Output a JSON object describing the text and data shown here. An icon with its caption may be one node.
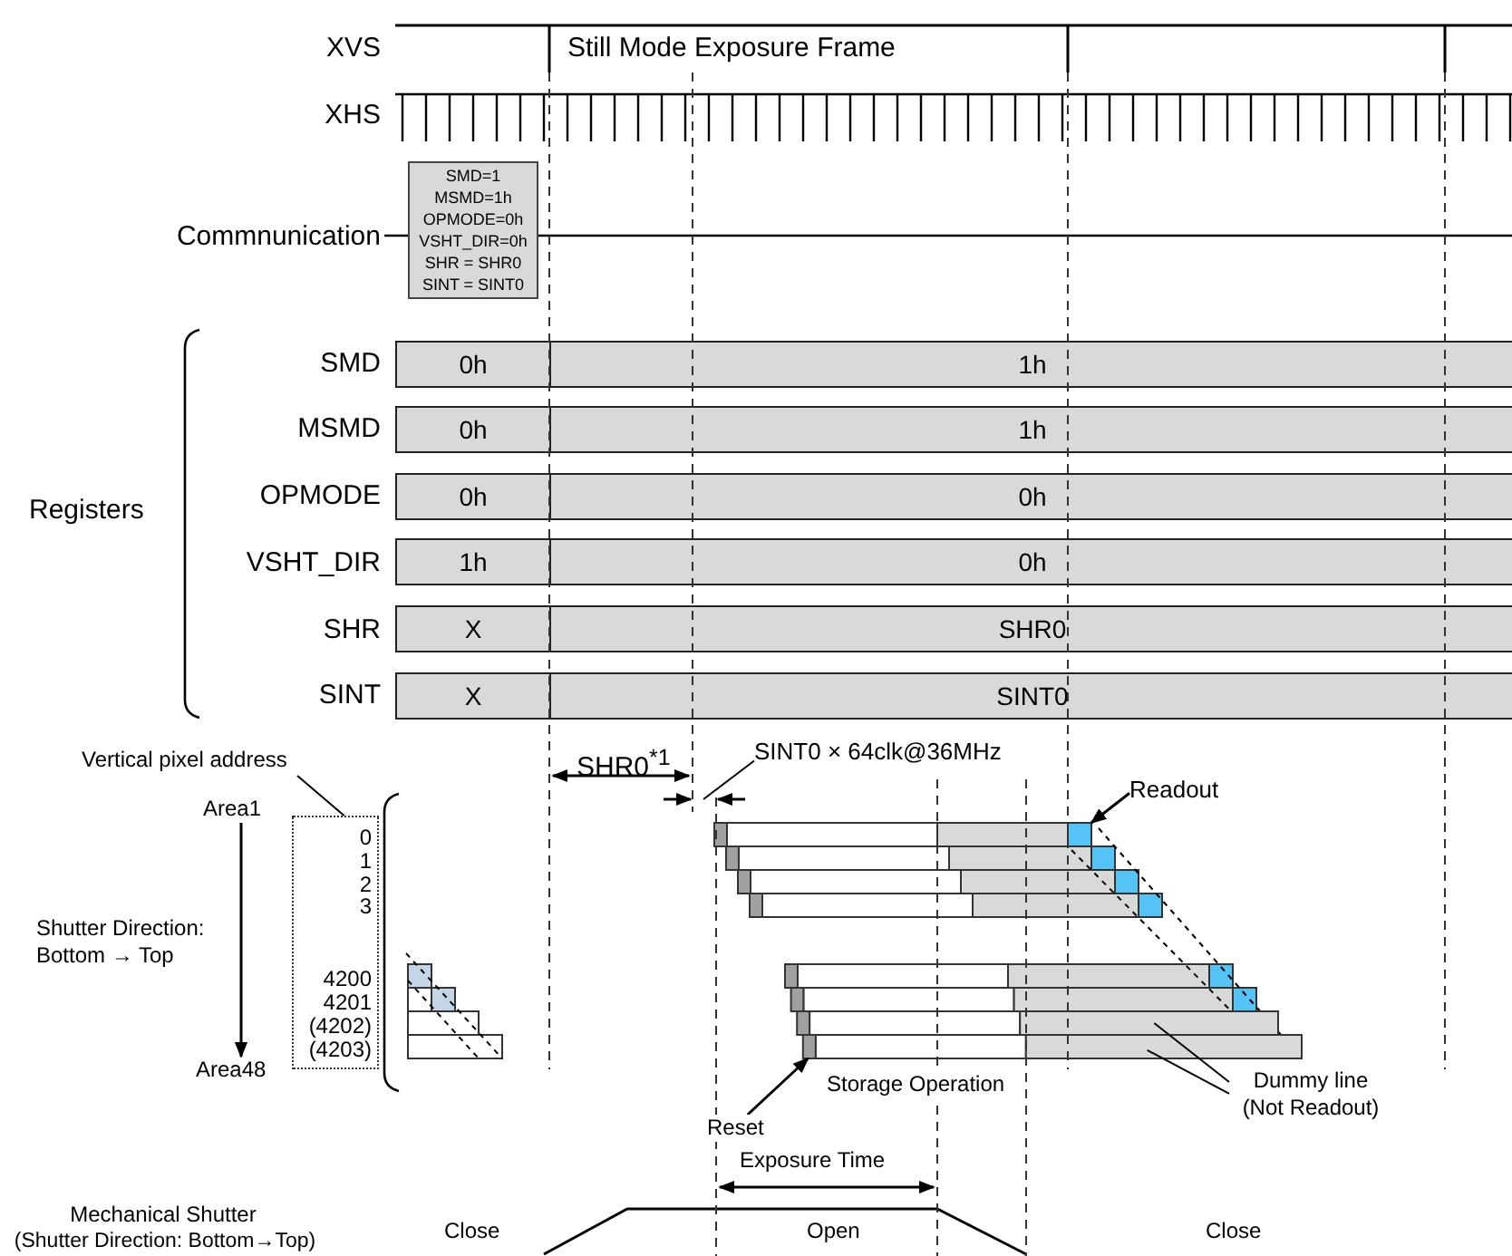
{
  "diagram": {
    "nodes": [
      {
        "text": [
          "SMD=1",
          "MSMD=1h",
          "OPMODE=0h",
          "VSHT_DIR=0h",
          "SHR = SHR0",
          "SINT = SINT0"
        ]
      },
      {
        "text": [
          "0h"
        ]
      },
      {
        "text": [
          "1h"
        ]
      },
      {
        "text": [
          "0h"
        ]
      },
      {
        "text": [
          "1h"
        ]
      },
      {
        "text": [
          "0h"
        ]
      },
      {
        "text": [
          "0h"
        ]
      },
      {
        "text": [
          "1h"
        ]
      },
      {
        "text": [
          "0h"
        ]
      },
      {
        "text": [
          "X"
        ]
      },
      {
        "text": [
          "SHR0"
        ]
      },
      {
        "text": [
          "X"
        ]
      },
      {
        "text": [
          "SINT0"
        ]
      },
      {
        "text": [
          "Vertical pixel address"
        ]
      },
      {
        "text": [
          "0",
          "1",
          "2",
          "3",
          "4200",
          "4201",
          "(4202)",
          "(4203)"
        ]
      },
      {
        "text": [
          "Area1"
        ]
      },
      {
        "text": [
          "Area48"
        ]
      },
      {
        "text": [
          "SINT0 × 64clk@36MHz"
        ]
      },
      {
        "text": [
          "Readout"
        ]
      },
      {
        "text": [
          "Reset"
        ]
      },
      {
        "text": [
          "Dummy line",
          "(Not Readout)"
        ]
      },
      {
        "text": [],
        "shape": "box"
      },
      {
        "text": [],
        "shape": "box"
      },
      {
        "text": [],
        "shape": "box"
      },
      {
        "text": [],
        "shape": "box"
      }
    ],
    "edges": [
      {
        "from": 13,
        "to": 14,
        "arrow": "none"
      },
      {
        "from": 15,
        "to": 16,
        "arrow": "to"
      },
      {
        "from": 17,
        "to": null,
        "arrow": "none"
      },
      {
        "from": 18,
        "to": 21,
        "arrow": "to"
      },
      {
        "from": 19,
        "to": 24,
        "arrow": "to"
      },
      {
        "from": 20,
        "to": 22,
        "arrow": "none"
      },
      {
        "from": 20,
        "to": 23,
        "arrow": "none"
      }
    ],
    "labels": [
      "XVS",
      "Still Mode Exposure Frame",
      "XHS",
      "Commnunication",
      "Registers",
      "SMD",
      "MSMD",
      "OPMODE",
      "VSHT_DIR",
      "SHR",
      "SINT",
      "SHR0$^{*1}$",
      "Shutter Direction: Bottom → Top",
      "Storage Operation",
      "Exposure Time",
      "Mechanical Shutter",
      "(Shutter Direction: Bottom→Top)",
      "Close",
      "Open",
      "Close"
    ]
  }
}
